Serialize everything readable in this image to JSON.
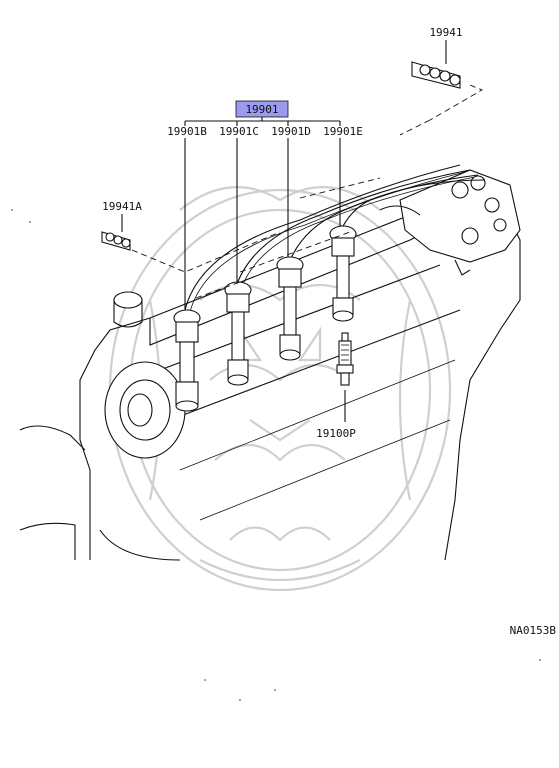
{
  "parts": {
    "main": "19901",
    "cord_b": "19901B",
    "cord_c": "19901C",
    "cord_d": "19901D",
    "cord_e": "19901E",
    "clamp": "19941",
    "clamp_a": "19941A",
    "spark_plug": "19100P"
  },
  "diagram_code": "NA0153B",
  "colors": {
    "highlight": "#9a9aef",
    "line": "#111111",
    "watermark": "#cfcfcf"
  }
}
